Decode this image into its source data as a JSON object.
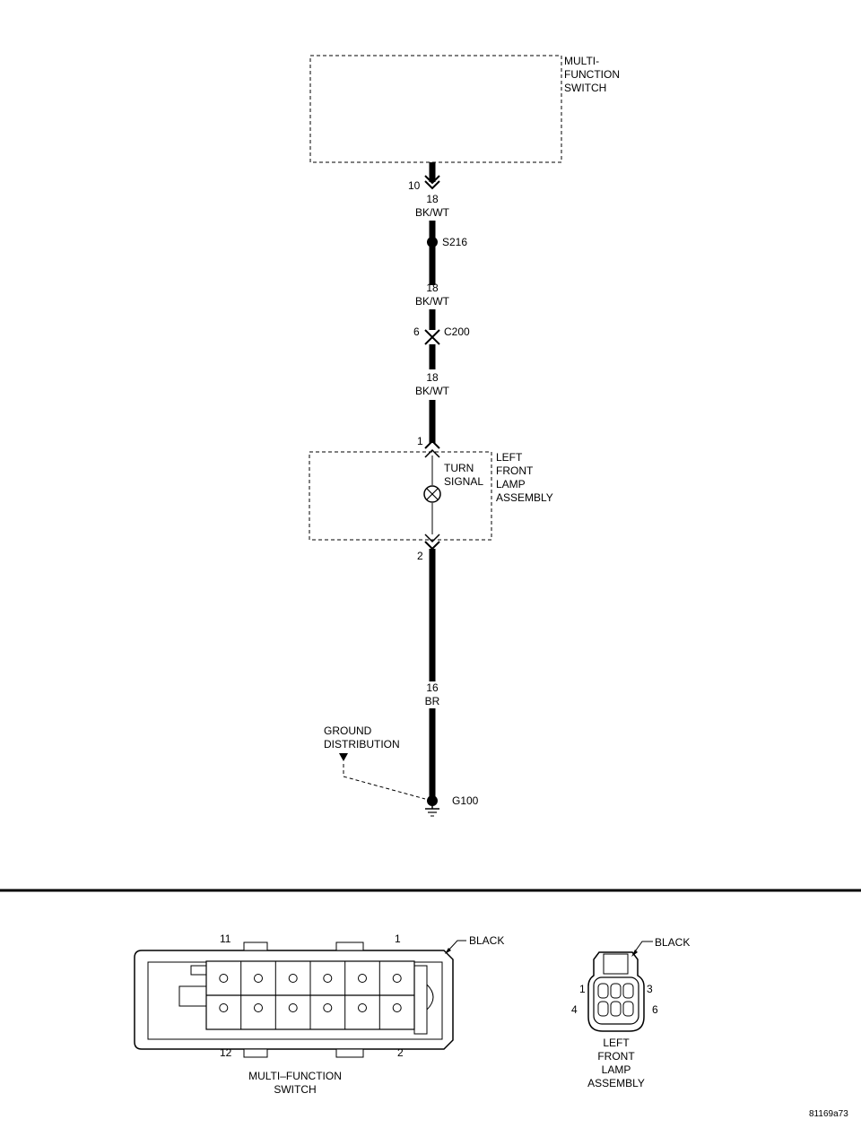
{
  "switch": {
    "name": "MULTI-\nFUNCTION\nSWITCH",
    "pin": "10"
  },
  "wire1": {
    "gauge": "18",
    "color": "BK/WT"
  },
  "splice": {
    "id": "S216"
  },
  "wire2": {
    "gauge": "18",
    "color": "BK/WT"
  },
  "connector": {
    "pin": "6",
    "id": "C200"
  },
  "wire3": {
    "gauge": "18",
    "color": "BK/WT"
  },
  "lamp": {
    "pin_in": "1",
    "pin_out": "2",
    "bulb": "TURN\nSIGNAL",
    "name": "LEFT\nFRONT\nLAMP\nASSEMBLY"
  },
  "wire4": {
    "gauge": "16",
    "color": "BR"
  },
  "ground": {
    "ref": "GROUND\nDISTRIBUTION",
    "id": "G100"
  },
  "mfs_connector": {
    "color": "BLACK",
    "pin_top_left": "11",
    "pin_top_right": "1",
    "pin_bottom_left": "12",
    "pin_bottom_right": "2",
    "name": "MULTI–FUNCTION\nSWITCH"
  },
  "lamp_connector": {
    "color": "BLACK",
    "pin_1": "1",
    "pin_3": "3",
    "pin_4": "4",
    "pin_6": "6",
    "name": "LEFT\nFRONT\nLAMP\nASSEMBLY"
  },
  "figure_id": "81169a73"
}
